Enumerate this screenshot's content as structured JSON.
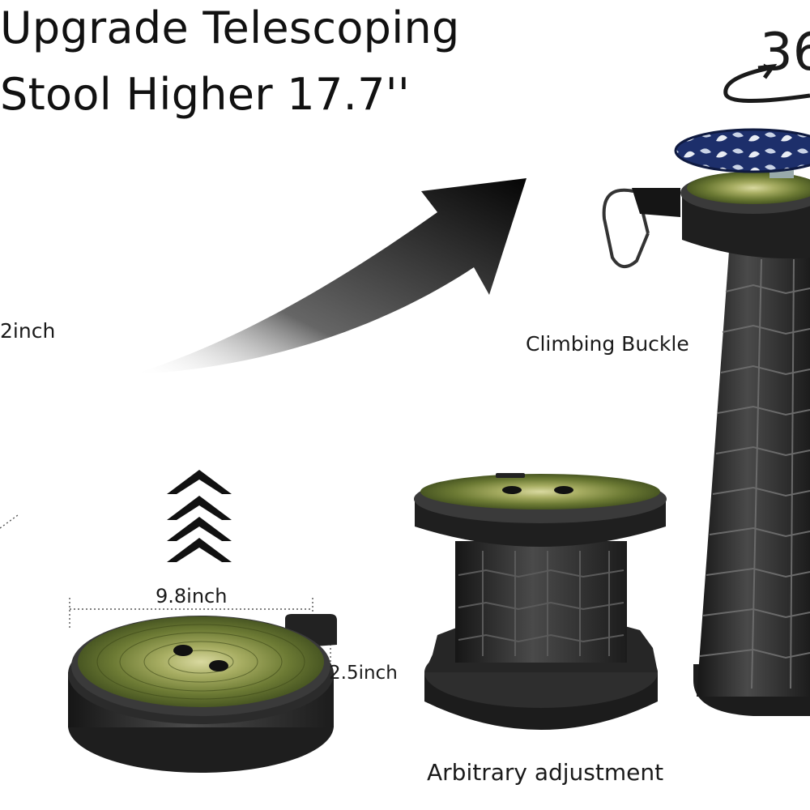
{
  "headline": {
    "line1": "Upgrade Telescoping",
    "line2": "Stool Higher 17.7''"
  },
  "rotation_badge": {
    "text": "36",
    "icon": "rotate-360-icon"
  },
  "callouts": {
    "height_extended": "2inch",
    "climbing_buckle": "Climbing Buckle",
    "diameter": "9.8inch",
    "height_collapsed": "2.5inch",
    "arbitrary_adjustment": "Arbitrary adjustment"
  },
  "icons": [
    "curved-arrow-icon",
    "stacked-chevrons-up-icon",
    "carabiner-icon"
  ],
  "colors": {
    "stool_body": "#2a2a2a",
    "seat_wood_green": "#6b7a3a",
    "cushion_navy": "#1d2f6b",
    "text": "#111111",
    "background": "#ffffff"
  }
}
